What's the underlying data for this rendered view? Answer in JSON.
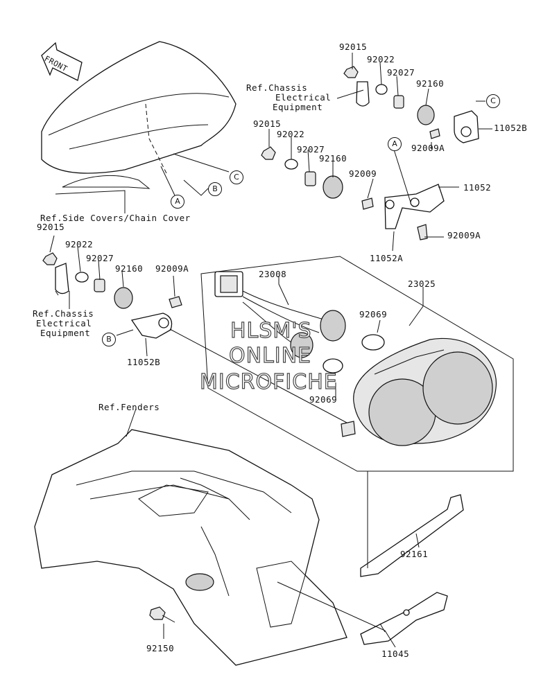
{
  "orientation": {
    "front_arrow": "FRONT"
  },
  "watermark": {
    "line1": "HLSM'S",
    "line2": "ONLINE",
    "line3": "MICROFICHE"
  },
  "references": {
    "side_covers": "Ref.Side Covers/Chain Cover",
    "chassis_top": [
      "Ref.Chassis",
      "Electrical",
      "Equipment"
    ],
    "chassis_left": [
      "Ref.Chassis",
      "Electrical",
      "Equipment"
    ],
    "fenders": "Ref.Fenders"
  },
  "callouts": [
    "A",
    "B",
    "C"
  ],
  "parts": {
    "p92015_top": "92015",
    "p92022_top": "92022",
    "p92027_top": "92027",
    "p92160_top": "92160",
    "p11052B_top": "11052B",
    "p92009A_top": "92009A",
    "p92015_mid": "92015",
    "p92022_mid": "92022",
    "p92027_mid": "92027",
    "p92160_mid": "92160",
    "p92009_mid": "92009",
    "p11052": "11052",
    "p92009A_mid": "92009A",
    "p11052A": "11052A",
    "p92015_left": "92015",
    "p92022_left": "92022",
    "p92027_left": "92027",
    "p92160_left": "92160",
    "p92009A_left": "92009A",
    "p11052B_left": "11052B",
    "p23008": "23008",
    "p23025": "23025",
    "p92069_a": "92069",
    "p92069_b": "92069",
    "p92161": "92161",
    "p92150": "92150",
    "p11045": "11045"
  }
}
